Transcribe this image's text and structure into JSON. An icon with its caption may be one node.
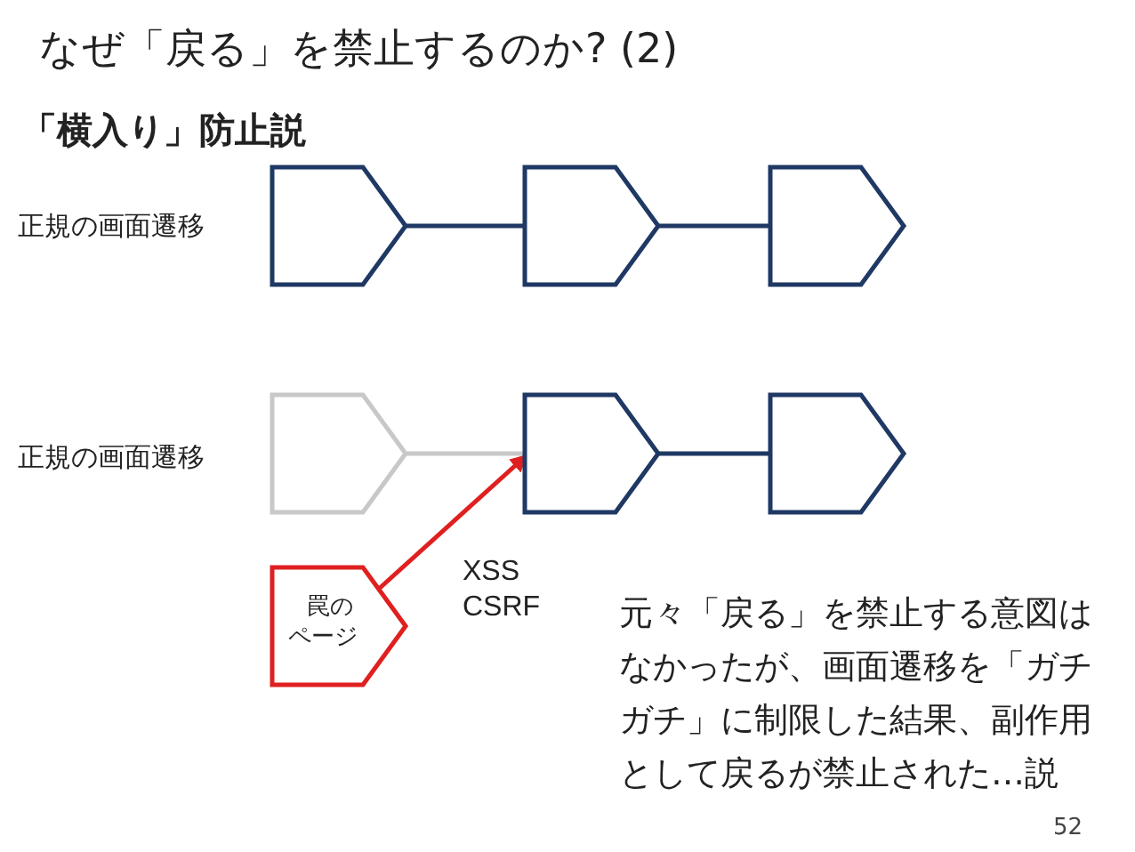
{
  "diagram": {
    "title": "なぜ「戻る」を禁止するのか? (2)",
    "nodes": [
      {
        "text": [],
        "shape": "pentagon"
      },
      {
        "text": [],
        "shape": "pentagon"
      },
      {
        "text": [],
        "shape": "pentagon"
      },
      {
        "text": [],
        "shape": "pentagon"
      },
      {
        "text": [],
        "shape": "pentagon"
      },
      {
        "text": [],
        "shape": "pentagon"
      },
      {
        "text": [
          "罠のページ"
        ]
      }
    ],
    "edges": [
      {
        "from": 0,
        "to": 1,
        "arrow": "none"
      },
      {
        "from": 1,
        "to": 2,
        "arrow": "none"
      },
      {
        "from": 3,
        "to": 4,
        "arrow": "none",
        "color": "#c8c8c8"
      },
      {
        "from": 4,
        "to": 5,
        "arrow": "none"
      },
      {
        "from": 6,
        "to": 4,
        "arrow": "to",
        "label": "XSS CSRF",
        "color": "#e02020"
      }
    ],
    "labels": [
      "「横入り」防止説",
      "正規の画面遷移",
      "正規の画面遷移",
      "元々「戻る」を禁止する意図はなかったが、画面遷移を「ガチガチ」に制限した結果、副作用として戻るが禁止された…説",
      "52"
    ]
  }
}
